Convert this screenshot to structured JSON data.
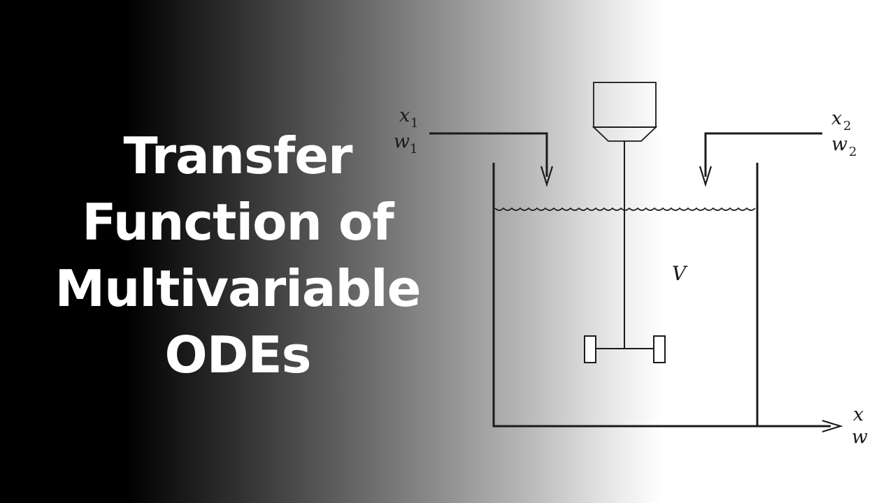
{
  "title": {
    "lines": [
      "Transfer",
      "Function of",
      "Multivariable",
      "ODEs"
    ]
  },
  "diagram": {
    "inlet1": {
      "x_label": "x",
      "x_sub": "1",
      "w_label": "w",
      "w_sub": "1"
    },
    "inlet2": {
      "x_label": "x",
      "x_sub": "2",
      "w_label": "w",
      "w_sub": "2"
    },
    "outlet": {
      "x_label": "x",
      "w_label": "w"
    },
    "volume_label": "V"
  },
  "colors": {
    "text": "#ffffff",
    "line": "#1a1a1a"
  }
}
